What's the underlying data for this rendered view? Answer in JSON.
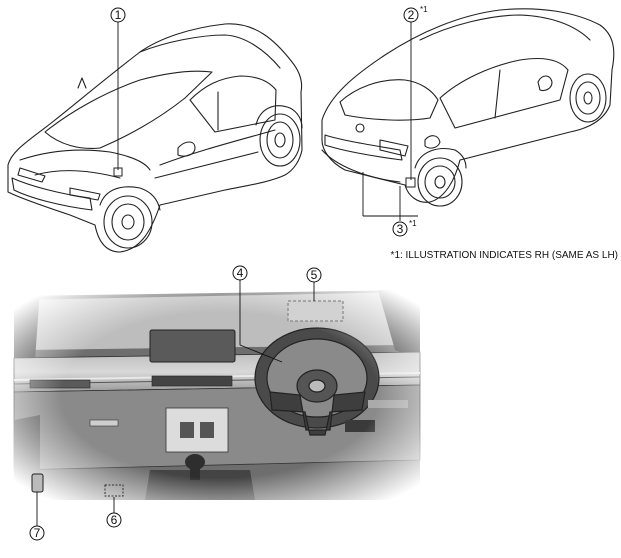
{
  "callouts": {
    "c1": "1",
    "c2": "2",
    "c3": "3",
    "c4": "4",
    "c5": "5",
    "c6": "6",
    "c7": "7"
  },
  "superscripts": {
    "c2_sup": "*1",
    "c3_sup": "*1"
  },
  "footnote": "*1: ILLUSTRATION INDICATES RH (SAME AS LH)"
}
